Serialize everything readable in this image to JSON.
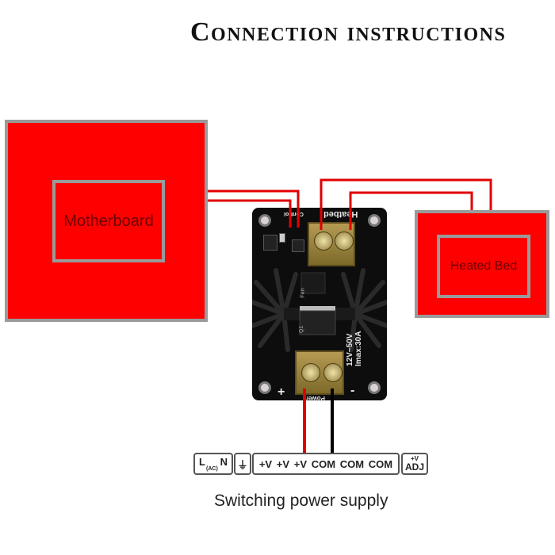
{
  "title": "Connection instructions",
  "components": {
    "motherboard": {
      "label": "Motherboard"
    },
    "heated_bed": {
      "label": "Heated Bed"
    },
    "mosfet_module": {
      "top_labels": {
        "control": "Control",
        "heatbed": "Heatbed"
      },
      "fan_label": "Fan",
      "q_label": "Q1",
      "rating_line1": "12V~50V",
      "rating_line2": "Imax:30A",
      "power_label": "Power",
      "plus": "+",
      "minus": "-"
    },
    "power_supply": {
      "ac": {
        "l": "L",
        "n": "N",
        "ac": "(AC)"
      },
      "ground": "⏚",
      "terminals": [
        "+V",
        "+V",
        "+V",
        "COM",
        "COM",
        "COM"
      ],
      "adj": {
        "top": "+V",
        "bottom": "ADJ"
      },
      "caption": "Switching power supply"
    }
  },
  "colors": {
    "block_fill": "#ff0000",
    "block_border": "#9a9a9a",
    "wire_red": "#e00000",
    "wire_black": "#000000"
  }
}
